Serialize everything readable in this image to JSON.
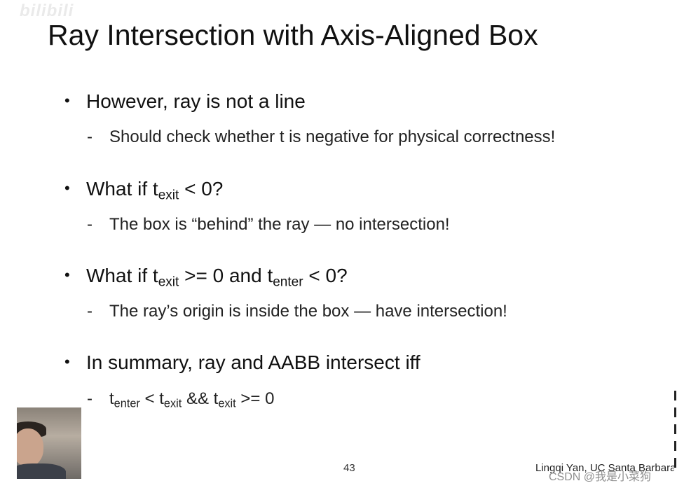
{
  "watermark": "bilibili",
  "slide": {
    "title": "Ray Intersection with Axis-Aligned Box",
    "bullets": [
      {
        "bullet_char": "•",
        "text": "However, ray is not a line",
        "sub": {
          "dash": "-",
          "text": "Should check whether t is negative for physical correctness!"
        }
      },
      {
        "bullet_char": "•",
        "pre": "What if t",
        "sub1": "exit",
        "post": " < 0?",
        "sub": {
          "dash": "-",
          "text": "The box is “behind” the ray — no intersection!"
        }
      },
      {
        "bullet_char": "•",
        "pre": "What if t",
        "sub1": "exit",
        "mid": " >= 0 and t",
        "sub2": "enter",
        "post": " < 0?",
        "sub": {
          "dash": "-",
          "text": "The ray’s origin is inside the box — have intersection!"
        }
      },
      {
        "bullet_char": "•",
        "text": "In summary, ray and AABB intersect iff",
        "sub": {
          "dash": "-",
          "t1": "t",
          "s1": "enter",
          "op1": " < t",
          "s2": "exit",
          "op2": " && t",
          "s3": "exit",
          "op3": " >= 0"
        }
      }
    ],
    "page_number": "43",
    "credit": "Lingqi Yan, UC Santa Barbara"
  },
  "overlay_watermark": "CSDN @我是小菜狗"
}
